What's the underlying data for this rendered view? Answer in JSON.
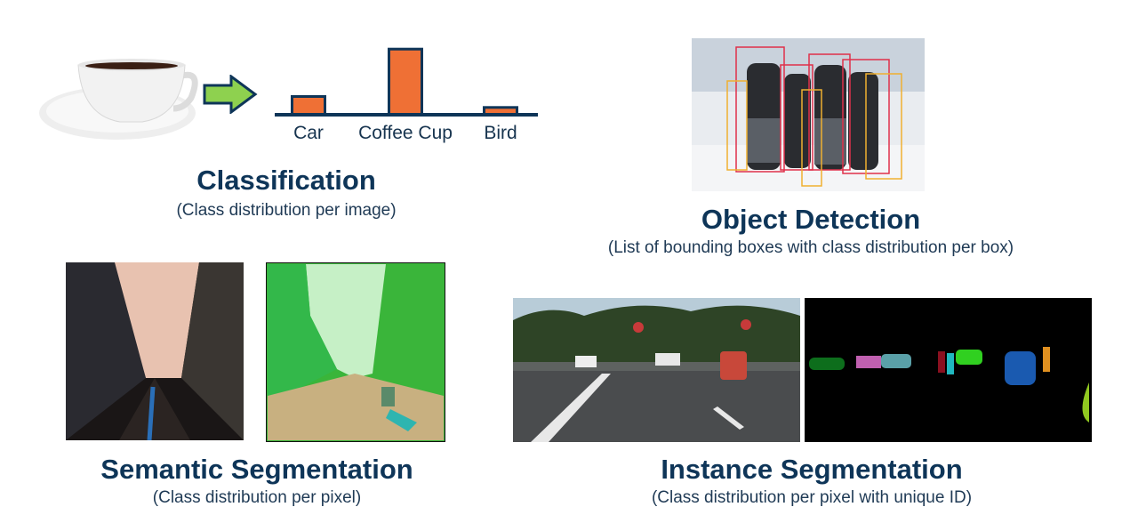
{
  "colors": {
    "title": "#0e3558",
    "bar_fill": "#ef7035",
    "bar_stroke": "#0e3558",
    "arrow": "#8ed14f"
  },
  "classification": {
    "title": "Classification",
    "subtitle": "(Class distribution per image)"
  },
  "chart_data": {
    "type": "bar",
    "categories": [
      "Car",
      "Coffee Cup",
      "Bird"
    ],
    "values": [
      0.25,
      0.9,
      0.1
    ],
    "title": "",
    "xlabel": "",
    "ylabel": "",
    "ylim": [
      0,
      1
    ],
    "grid": false
  },
  "object_detection": {
    "title": "Object Detection",
    "subtitle": "(List of bounding boxes with class distribution per box)"
  },
  "semantic_segmentation": {
    "title": "Semantic Segmentation",
    "subtitle": "(Class distribution per pixel)"
  },
  "instance_segmentation": {
    "title": "Instance Segmentation",
    "subtitle": "(Class distribution per pixel with unique ID)"
  }
}
